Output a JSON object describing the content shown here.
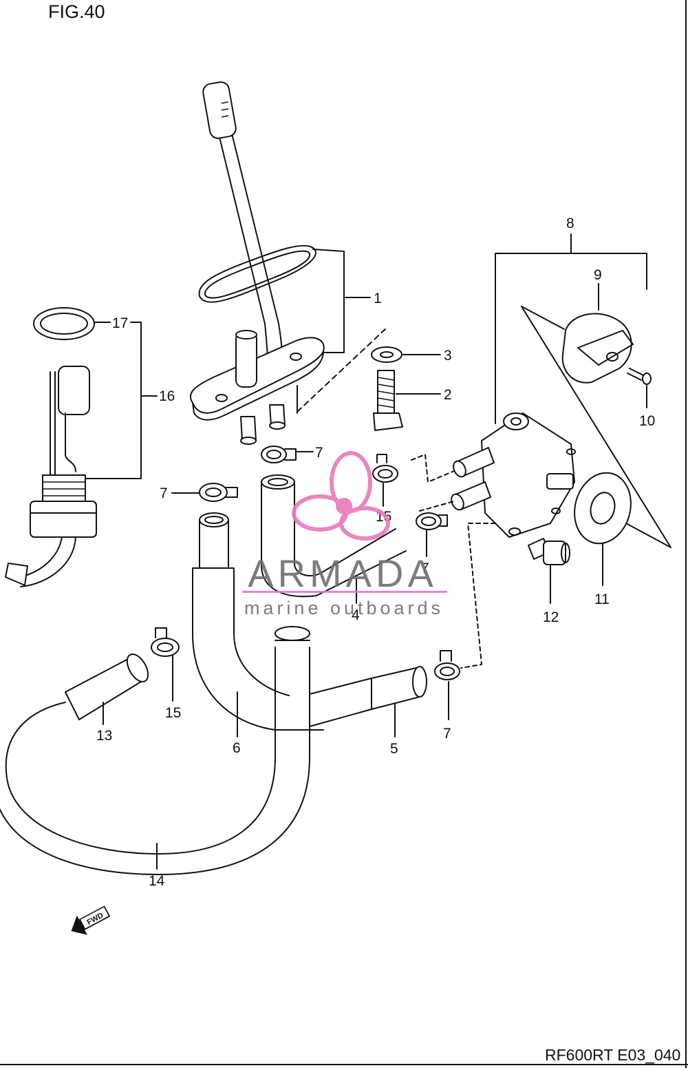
{
  "figure": {
    "title": "FIG.40",
    "drawing_code": "RF600RT E03_040"
  },
  "watermark": {
    "brand": "ARMADA",
    "tagline": "marine outboards",
    "brand_color": "#6e6e6e",
    "accent_color": "#e879b9"
  },
  "fwd_arrow": {
    "label": "FWD"
  },
  "callouts": [
    "1",
    "2",
    "3",
    "4",
    "5",
    "6",
    "7",
    "7",
    "7",
    "7",
    "8",
    "9",
    "10",
    "11",
    "12",
    "13",
    "14",
    "15",
    "15",
    "16",
    "17"
  ],
  "colors": {
    "line": "#111111",
    "background": "#ffffff"
  }
}
